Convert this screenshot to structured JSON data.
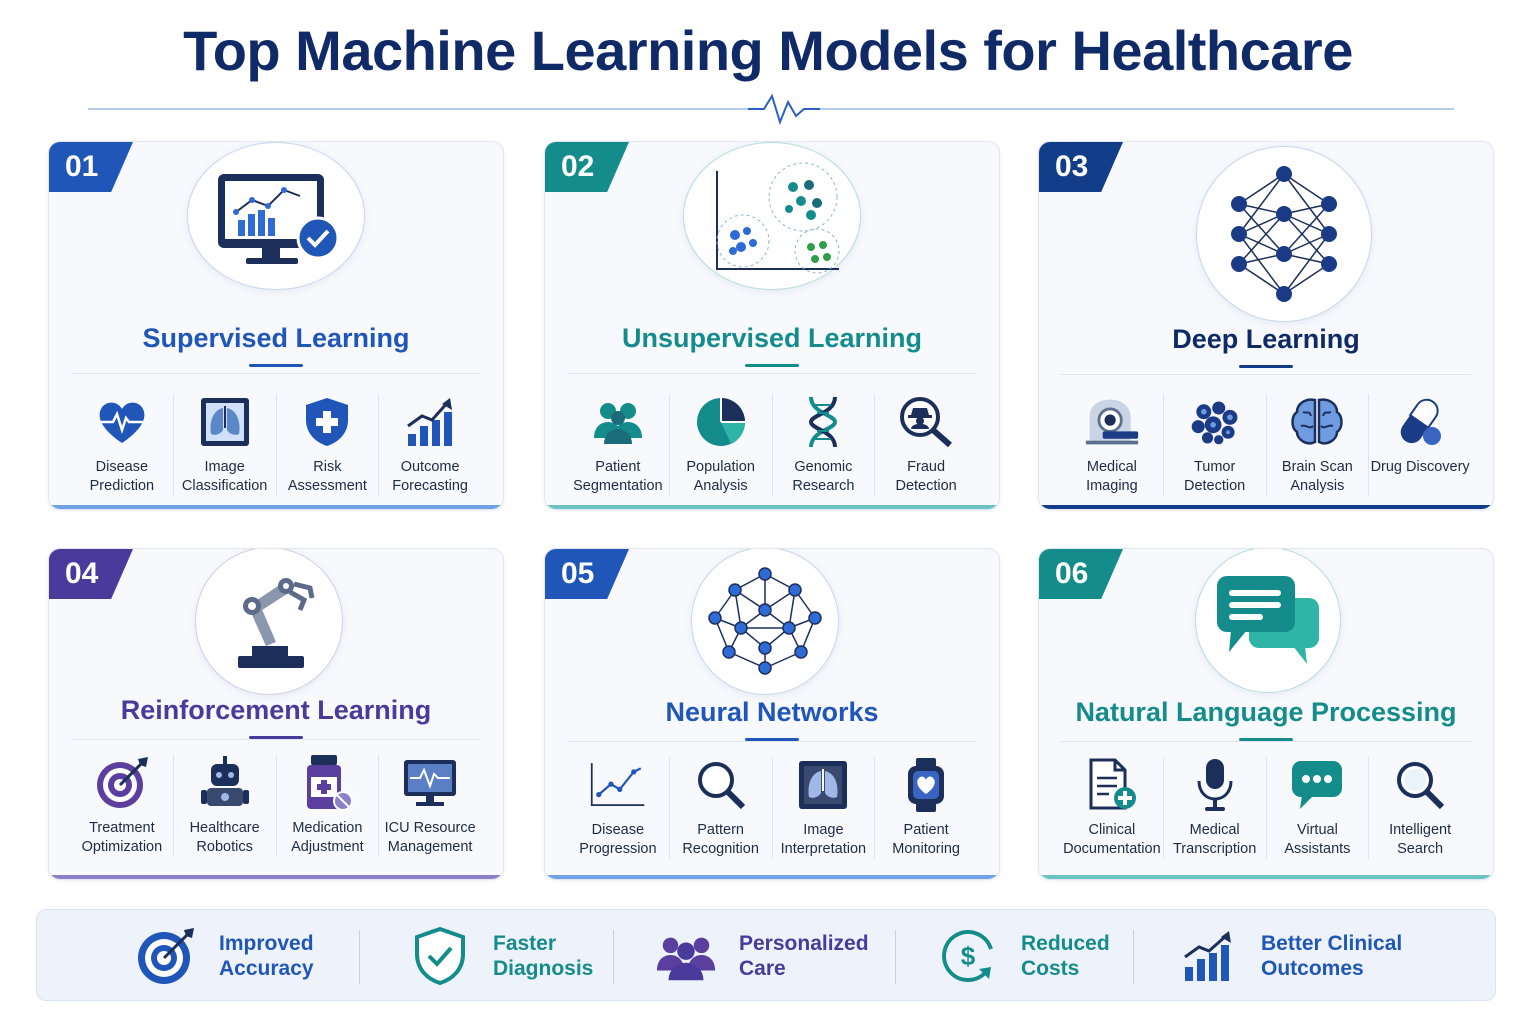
{
  "page": {
    "title": "Top Machine Learning Models for Healthcare"
  },
  "colors": {
    "navy": "#0f2a66",
    "blue": "#1f56b8",
    "teal": "#158c8c",
    "purple": "#4a3a9c",
    "darkblue": "#123d88",
    "green": "#2e9e4a"
  },
  "cards": [
    {
      "number": "01",
      "title": "Supervised Learning",
      "hero_icon": "monitor-chart-check-icon",
      "items": [
        {
          "label": "Disease Prediction",
          "icon": "heart-pulse-icon"
        },
        {
          "label": "Image Classification",
          "icon": "lung-xray-icon"
        },
        {
          "label": "Risk Assessment",
          "icon": "shield-plus-icon"
        },
        {
          "label": "Outcome Forecasting",
          "icon": "bar-chart-arrow-icon"
        }
      ]
    },
    {
      "number": "02",
      "title": "Unsupervised Learning",
      "hero_icon": "cluster-scatter-icon",
      "items": [
        {
          "label": "Patient Segmentation",
          "icon": "people-group-icon"
        },
        {
          "label": "Population Analysis",
          "icon": "pie-chart-icon"
        },
        {
          "label": "Genomic Research",
          "icon": "dna-icon"
        },
        {
          "label": "Fraud Detection",
          "icon": "spy-magnifier-icon"
        }
      ]
    },
    {
      "number": "03",
      "title": "Deep Learning",
      "hero_icon": "layered-network-icon",
      "items": [
        {
          "label": "Medical Imaging",
          "icon": "mri-scanner-icon"
        },
        {
          "label": "Tumor Detection",
          "icon": "cell-cluster-icon"
        },
        {
          "label": "Brain Scan Analysis",
          "icon": "brain-icon"
        },
        {
          "label": "Drug Discovery",
          "icon": "capsule-icon"
        }
      ]
    },
    {
      "number": "04",
      "title": "Reinforcement Learning",
      "hero_icon": "robotic-arm-icon",
      "items": [
        {
          "label": "Treatment Optimization",
          "icon": "target-icon"
        },
        {
          "label": "Healthcare Robotics",
          "icon": "robot-icon"
        },
        {
          "label": "Medication Adjustment",
          "icon": "medicine-bottle-icon"
        },
        {
          "label": "ICU Resource Management",
          "icon": "heart-monitor-icon"
        }
      ]
    },
    {
      "number": "05",
      "title": "Neural Networks",
      "hero_icon": "mesh-network-icon",
      "items": [
        {
          "label": "Disease Progression",
          "icon": "line-graph-icon"
        },
        {
          "label": "Pattern Recognition",
          "icon": "magnifier-icon"
        },
        {
          "label": "Image Interpretation",
          "icon": "lung-xray-icon"
        },
        {
          "label": "Patient Monitoring",
          "icon": "smartwatch-heart-icon"
        }
      ]
    },
    {
      "number": "06",
      "title": "Natural Language Processing",
      "hero_icon": "chat-bubbles-icon",
      "items": [
        {
          "label": "Clinical Documentation",
          "icon": "document-plus-icon"
        },
        {
          "label": "Medical Transcription",
          "icon": "microphone-icon"
        },
        {
          "label": "Virtual Assistants",
          "icon": "chat-dots-icon"
        },
        {
          "label": "Intelligent Search",
          "icon": "magnifier-icon"
        }
      ]
    }
  ],
  "benefits": [
    {
      "line1": "Improved",
      "line2": "Accuracy",
      "icon": "target-arrow-icon"
    },
    {
      "line1": "Faster",
      "line2": "Diagnosis",
      "icon": "shield-check-icon"
    },
    {
      "line1": "Personalized",
      "line2": "Care",
      "icon": "people-group-icon"
    },
    {
      "line1": "Reduced",
      "line2": "Costs",
      "icon": "dollar-cycle-icon"
    },
    {
      "line1": "Better Clinical",
      "line2": "Outcomes",
      "icon": "bar-chart-arrow-icon"
    }
  ]
}
